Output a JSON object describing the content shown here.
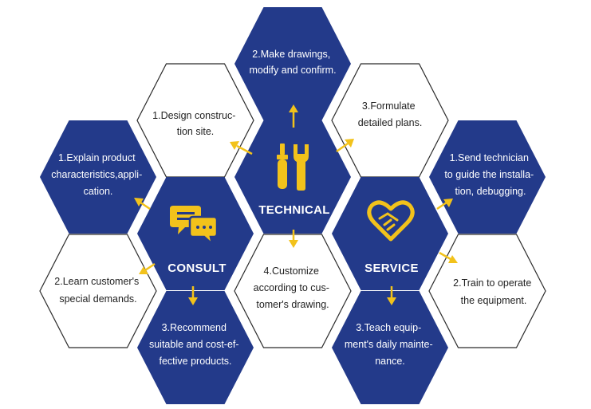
{
  "colors": {
    "navy": "#233a8a",
    "accent": "#f2c21b",
    "outline": "#2b2b2b"
  },
  "hubs": {
    "technical": {
      "title": "TECHNICAL",
      "icon": "tools-icon"
    },
    "consult": {
      "title": "CONSULT",
      "icon": "chat-bubbles-icon"
    },
    "service": {
      "title": "SERVICE",
      "icon": "heart-handshake-icon"
    }
  },
  "technical_steps": {
    "s1": [
      "1.Design construc-",
      "tion site."
    ],
    "s2": [
      "2.Make drawings,",
      "modify and confirm."
    ],
    "s3": [
      "3.Formulate",
      "detailed plans."
    ],
    "s4": [
      "4.Customize",
      "according to cus-",
      "tomer's drawing."
    ]
  },
  "consult_steps": {
    "s1": [
      "1.Explain product",
      "characteristics,appli-",
      "cation."
    ],
    "s2": [
      "2.Learn customer's",
      "special demands."
    ],
    "s3": [
      "3.Recommend",
      "suitable and cost-ef-",
      "fective products."
    ]
  },
  "service_steps": {
    "s1": [
      "1.Send technician",
      "to guide the installa-",
      "tion, debugging."
    ],
    "s2": [
      "2.Train to operate",
      "the equipment."
    ],
    "s3": [
      "3.Teach equip-",
      "ment's daily mainte-",
      "nance."
    ]
  }
}
